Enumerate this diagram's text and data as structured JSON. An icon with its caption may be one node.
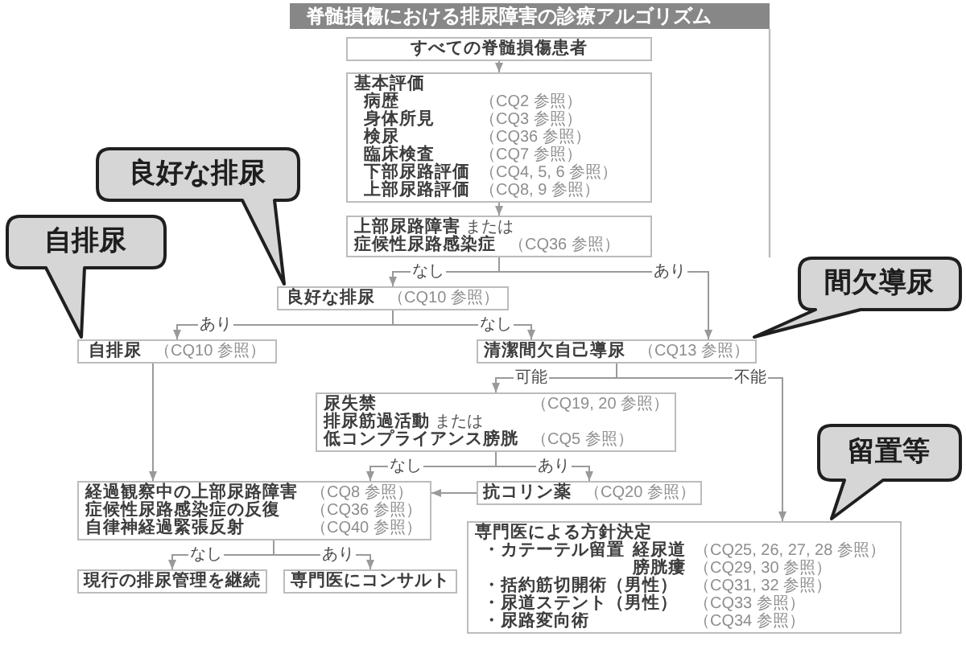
{
  "diagram": {
    "title": "脊髄損傷における排尿障害の診療アルゴリズム",
    "nodes": [
      {
        "text": [
          "すべての脊髄損傷患者"
        ]
      },
      {
        "text": [
          "基本評価",
          "病歴",
          "（CQ2 参照）",
          "身体所見",
          "（CQ3 参照）",
          "検尿",
          "（CQ36 参照）",
          "臨床検査",
          "（CQ7 参照）",
          "下部尿路評価",
          "（CQ4, 5, 6 参照）",
          "上部尿路評価",
          "（CQ8, 9 参照）"
        ]
      },
      {
        "text": [
          "上部尿路障害",
          "または",
          "症候性尿路感染症",
          "（CQ36 参照）"
        ]
      },
      {
        "text": [
          "良好な排尿",
          "（CQ10 参照）"
        ]
      },
      {
        "text": [
          "自排尿",
          "（CQ10 参照）"
        ]
      },
      {
        "text": [
          "清潔間欠自己導尿",
          "（CQ13 参照）"
        ]
      },
      {
        "text": [
          "尿失禁",
          "（CQ19, 20 参照）",
          "排尿筋過活動",
          "または",
          "低コンプライアンス膀胱",
          "（CQ5 参照）"
        ]
      },
      {
        "text": [
          "経過観察中の上部尿路障害",
          "（CQ8 参照）",
          "症候性尿路感染症の反復",
          "（CQ36 参照）",
          "自律神経過緊張反射",
          "（CQ40 参照）"
        ]
      },
      {
        "text": [
          "抗コリン薬",
          "（CQ20 参照）"
        ]
      },
      {
        "text": [
          "現行の排尿管理を継続"
        ]
      },
      {
        "text": [
          "専門医にコンサルト"
        ]
      },
      {
        "text": [
          "専門医による方針決定",
          "・カテーテル留置",
          "経尿道",
          "（CQ25, 26, 27, 28 参照）",
          "膀胱瘻",
          "（CQ29, 30 参照）",
          "・括約筋切開術（男性）",
          "（CQ31, 32 参照）",
          "・尿道ステント（男性）",
          "（CQ33 参照）",
          "・尿路変向術",
          "（CQ34 参照）"
        ]
      },
      {
        "text": [
          "良好な排尿"
        ]
      },
      {
        "text": [
          "自排尿"
        ]
      },
      {
        "text": [
          "間欠導尿"
        ]
      },
      {
        "text": [
          "留置等"
        ]
      }
    ],
    "edges": [
      {
        "from": 0,
        "to": 1,
        "arrow": "to"
      },
      {
        "from": 1,
        "to": 2,
        "arrow": "to"
      },
      {
        "from": 2,
        "to": 3,
        "arrow": "to",
        "label": "なし"
      },
      {
        "from": 2,
        "to": 5,
        "arrow": "to",
        "label": "あり"
      },
      {
        "from": 3,
        "to": 4,
        "arrow": "to",
        "label": "あり"
      },
      {
        "from": 3,
        "to": 5,
        "arrow": "to",
        "label": "なし"
      },
      {
        "from": 5,
        "to": 6,
        "arrow": "to",
        "label": "可能"
      },
      {
        "from": 5,
        "to": 11,
        "arrow": "to",
        "label": "不能"
      },
      {
        "from": 4,
        "to": 7,
        "arrow": "to"
      },
      {
        "from": 6,
        "to": 7,
        "arrow": "to",
        "label": "なし"
      },
      {
        "from": 6,
        "to": 8,
        "arrow": "to",
        "label": "あり"
      },
      {
        "from": 8,
        "to": 7,
        "arrow": "to"
      },
      {
        "from": 7,
        "to": 9,
        "arrow": "to",
        "label": "なし"
      },
      {
        "from": 7,
        "to": 10,
        "arrow": "to",
        "label": "あり"
      }
    ]
  }
}
